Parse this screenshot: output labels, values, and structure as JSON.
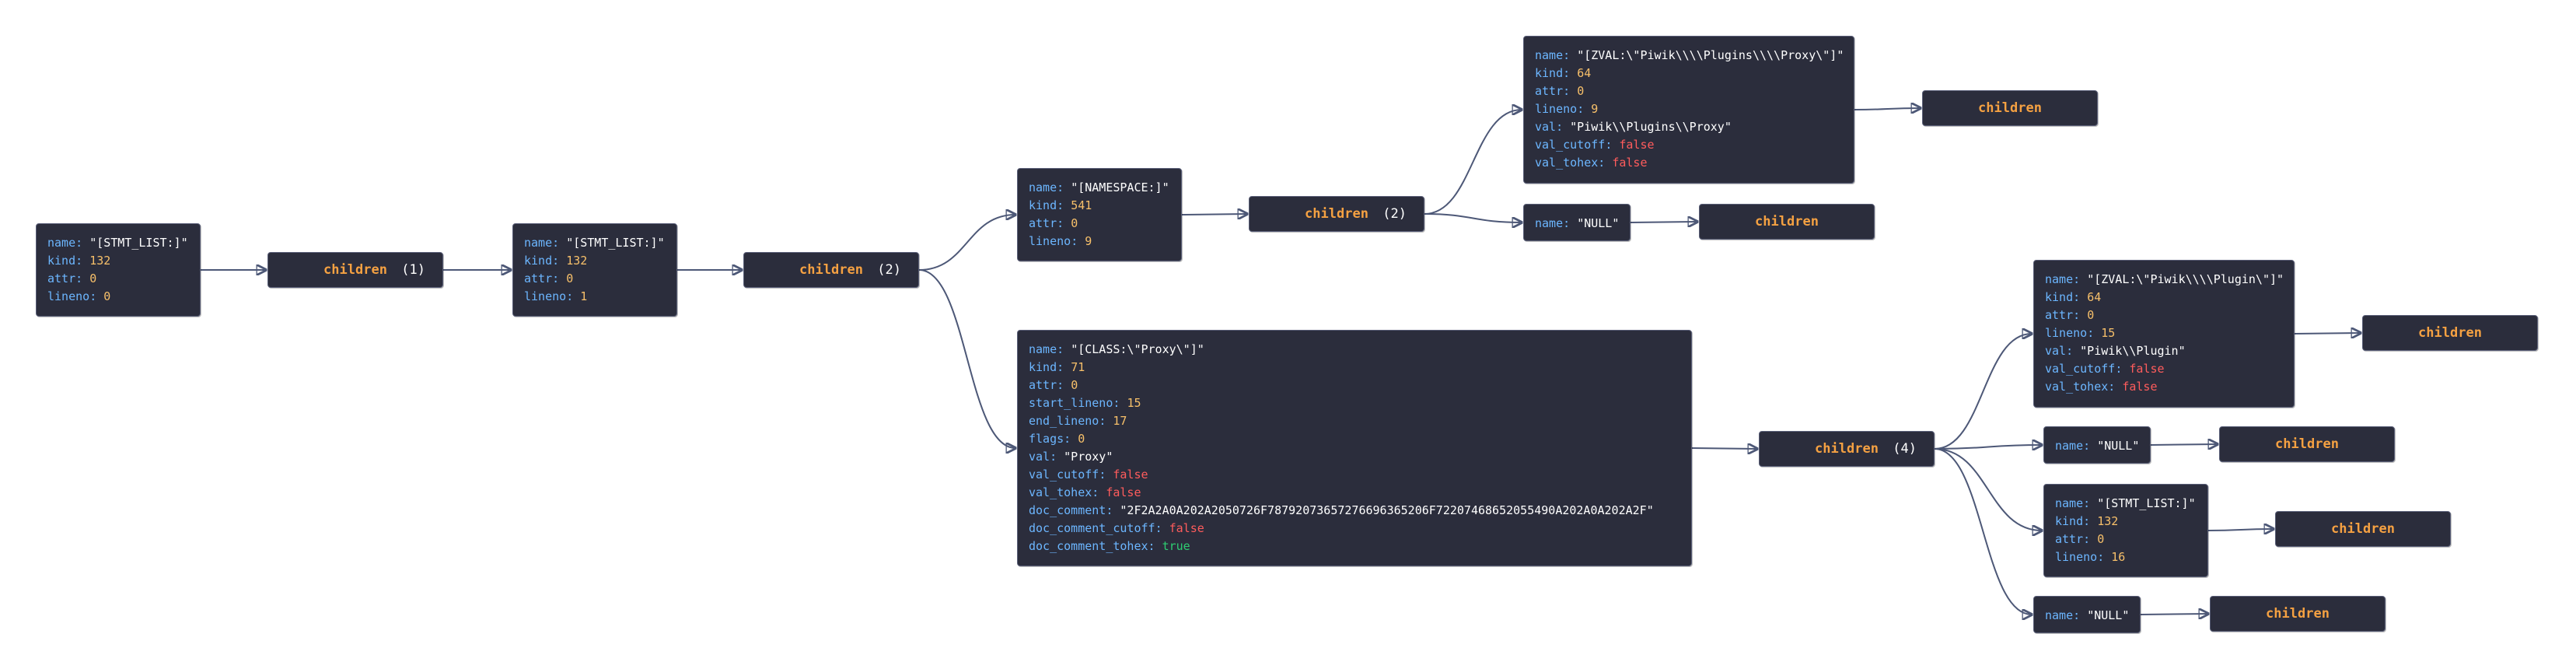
{
  "colors": {
    "node_bg": "#2b2d3c",
    "key": "#6cb6ff",
    "string": "#ffffff",
    "number": "#f7c06a",
    "false": "#ff5c5c",
    "true": "#2ecc71",
    "children_label": "#f5a142",
    "edge": "#4d5877"
  },
  "children_label": "children",
  "nodes": {
    "n1": [
      {
        "k": "name",
        "v": "\"[STMT_LIST:]\"",
        "t": "str"
      },
      {
        "k": "kind",
        "v": "132",
        "t": "num"
      },
      {
        "k": "attr",
        "v": "0",
        "t": "num"
      },
      {
        "k": "lineno",
        "v": "0",
        "t": "num"
      }
    ],
    "n2": [
      {
        "k": "name",
        "v": "\"[STMT_LIST:]\"",
        "t": "str"
      },
      {
        "k": "kind",
        "v": "132",
        "t": "num"
      },
      {
        "k": "attr",
        "v": "0",
        "t": "num"
      },
      {
        "k": "lineno",
        "v": "1",
        "t": "num"
      }
    ],
    "n3": [
      {
        "k": "name",
        "v": "\"[NAMESPACE:]\"",
        "t": "str"
      },
      {
        "k": "kind",
        "v": "541",
        "t": "num"
      },
      {
        "k": "attr",
        "v": "0",
        "t": "num"
      },
      {
        "k": "lineno",
        "v": "9",
        "t": "num"
      }
    ],
    "n4": [
      {
        "k": "name",
        "v": "\"[ZVAL:\\\"Piwik\\\\\\\\Plugins\\\\\\\\Proxy\\\"]\"",
        "t": "str"
      },
      {
        "k": "kind",
        "v": "64",
        "t": "num"
      },
      {
        "k": "attr",
        "v": "0",
        "t": "num"
      },
      {
        "k": "lineno",
        "v": "9",
        "t": "num"
      },
      {
        "k": "val",
        "v": "\"Piwik\\\\Plugins\\\\Proxy\"",
        "t": "str"
      },
      {
        "k": "val_cutoff",
        "v": "false",
        "t": "fal"
      },
      {
        "k": "val_tohex",
        "v": "false",
        "t": "fal"
      }
    ],
    "n5": [
      {
        "k": "name",
        "v": "\"NULL\"",
        "t": "str"
      }
    ],
    "n6": [
      {
        "k": "name",
        "v": "\"[CLASS:\\\"Proxy\\\"]\"",
        "t": "str"
      },
      {
        "k": "kind",
        "v": "71",
        "t": "num"
      },
      {
        "k": "attr",
        "v": "0",
        "t": "num"
      },
      {
        "k": "start_lineno",
        "v": "15",
        "t": "num"
      },
      {
        "k": "end_lineno",
        "v": "17",
        "t": "num"
      },
      {
        "k": "flags",
        "v": "0",
        "t": "num"
      },
      {
        "k": "val",
        "v": "\"Proxy\"",
        "t": "str"
      },
      {
        "k": "val_cutoff",
        "v": "false",
        "t": "fal"
      },
      {
        "k": "val_tohex",
        "v": "false",
        "t": "fal"
      },
      {
        "k": "doc_comment",
        "v": "\"2F2A2A0A202A2050726F78792073657276696365206F72207468652055490A202A0A202A2F\"",
        "t": "str"
      },
      {
        "k": "doc_comment_cutoff",
        "v": "false",
        "t": "fal"
      },
      {
        "k": "doc_comment_tohex",
        "v": "true",
        "t": "tru"
      }
    ],
    "n7": [
      {
        "k": "name",
        "v": "\"[ZVAL:\\\"Piwik\\\\\\\\Plugin\\\"]\"",
        "t": "str"
      },
      {
        "k": "kind",
        "v": "64",
        "t": "num"
      },
      {
        "k": "attr",
        "v": "0",
        "t": "num"
      },
      {
        "k": "lineno",
        "v": "15",
        "t": "num"
      },
      {
        "k": "val",
        "v": "\"Piwik\\\\Plugin\"",
        "t": "str"
      },
      {
        "k": "val_cutoff",
        "v": "false",
        "t": "fal"
      },
      {
        "k": "val_tohex",
        "v": "false",
        "t": "fal"
      }
    ],
    "n8": [
      {
        "k": "name",
        "v": "\"NULL\"",
        "t": "str"
      }
    ],
    "n9": [
      {
        "k": "name",
        "v": "\"[STMT_LIST:]\"",
        "t": "str"
      },
      {
        "k": "kind",
        "v": "132",
        "t": "num"
      },
      {
        "k": "attr",
        "v": "0",
        "t": "num"
      },
      {
        "k": "lineno",
        "v": "16",
        "t": "num"
      }
    ],
    "n10": [
      {
        "k": "name",
        "v": "\"NULL\"",
        "t": "str"
      }
    ]
  },
  "children": {
    "c1": {
      "count": "(1)"
    },
    "c2": {
      "count": "(2)"
    },
    "c3": {
      "count": "(2)"
    },
    "c4": {
      "count": ""
    },
    "c5": {
      "count": ""
    },
    "c6": {
      "count": "(4)"
    },
    "c7": {
      "count": ""
    },
    "c8": {
      "count": ""
    },
    "c9": {
      "count": ""
    },
    "c10": {
      "count": ""
    }
  }
}
